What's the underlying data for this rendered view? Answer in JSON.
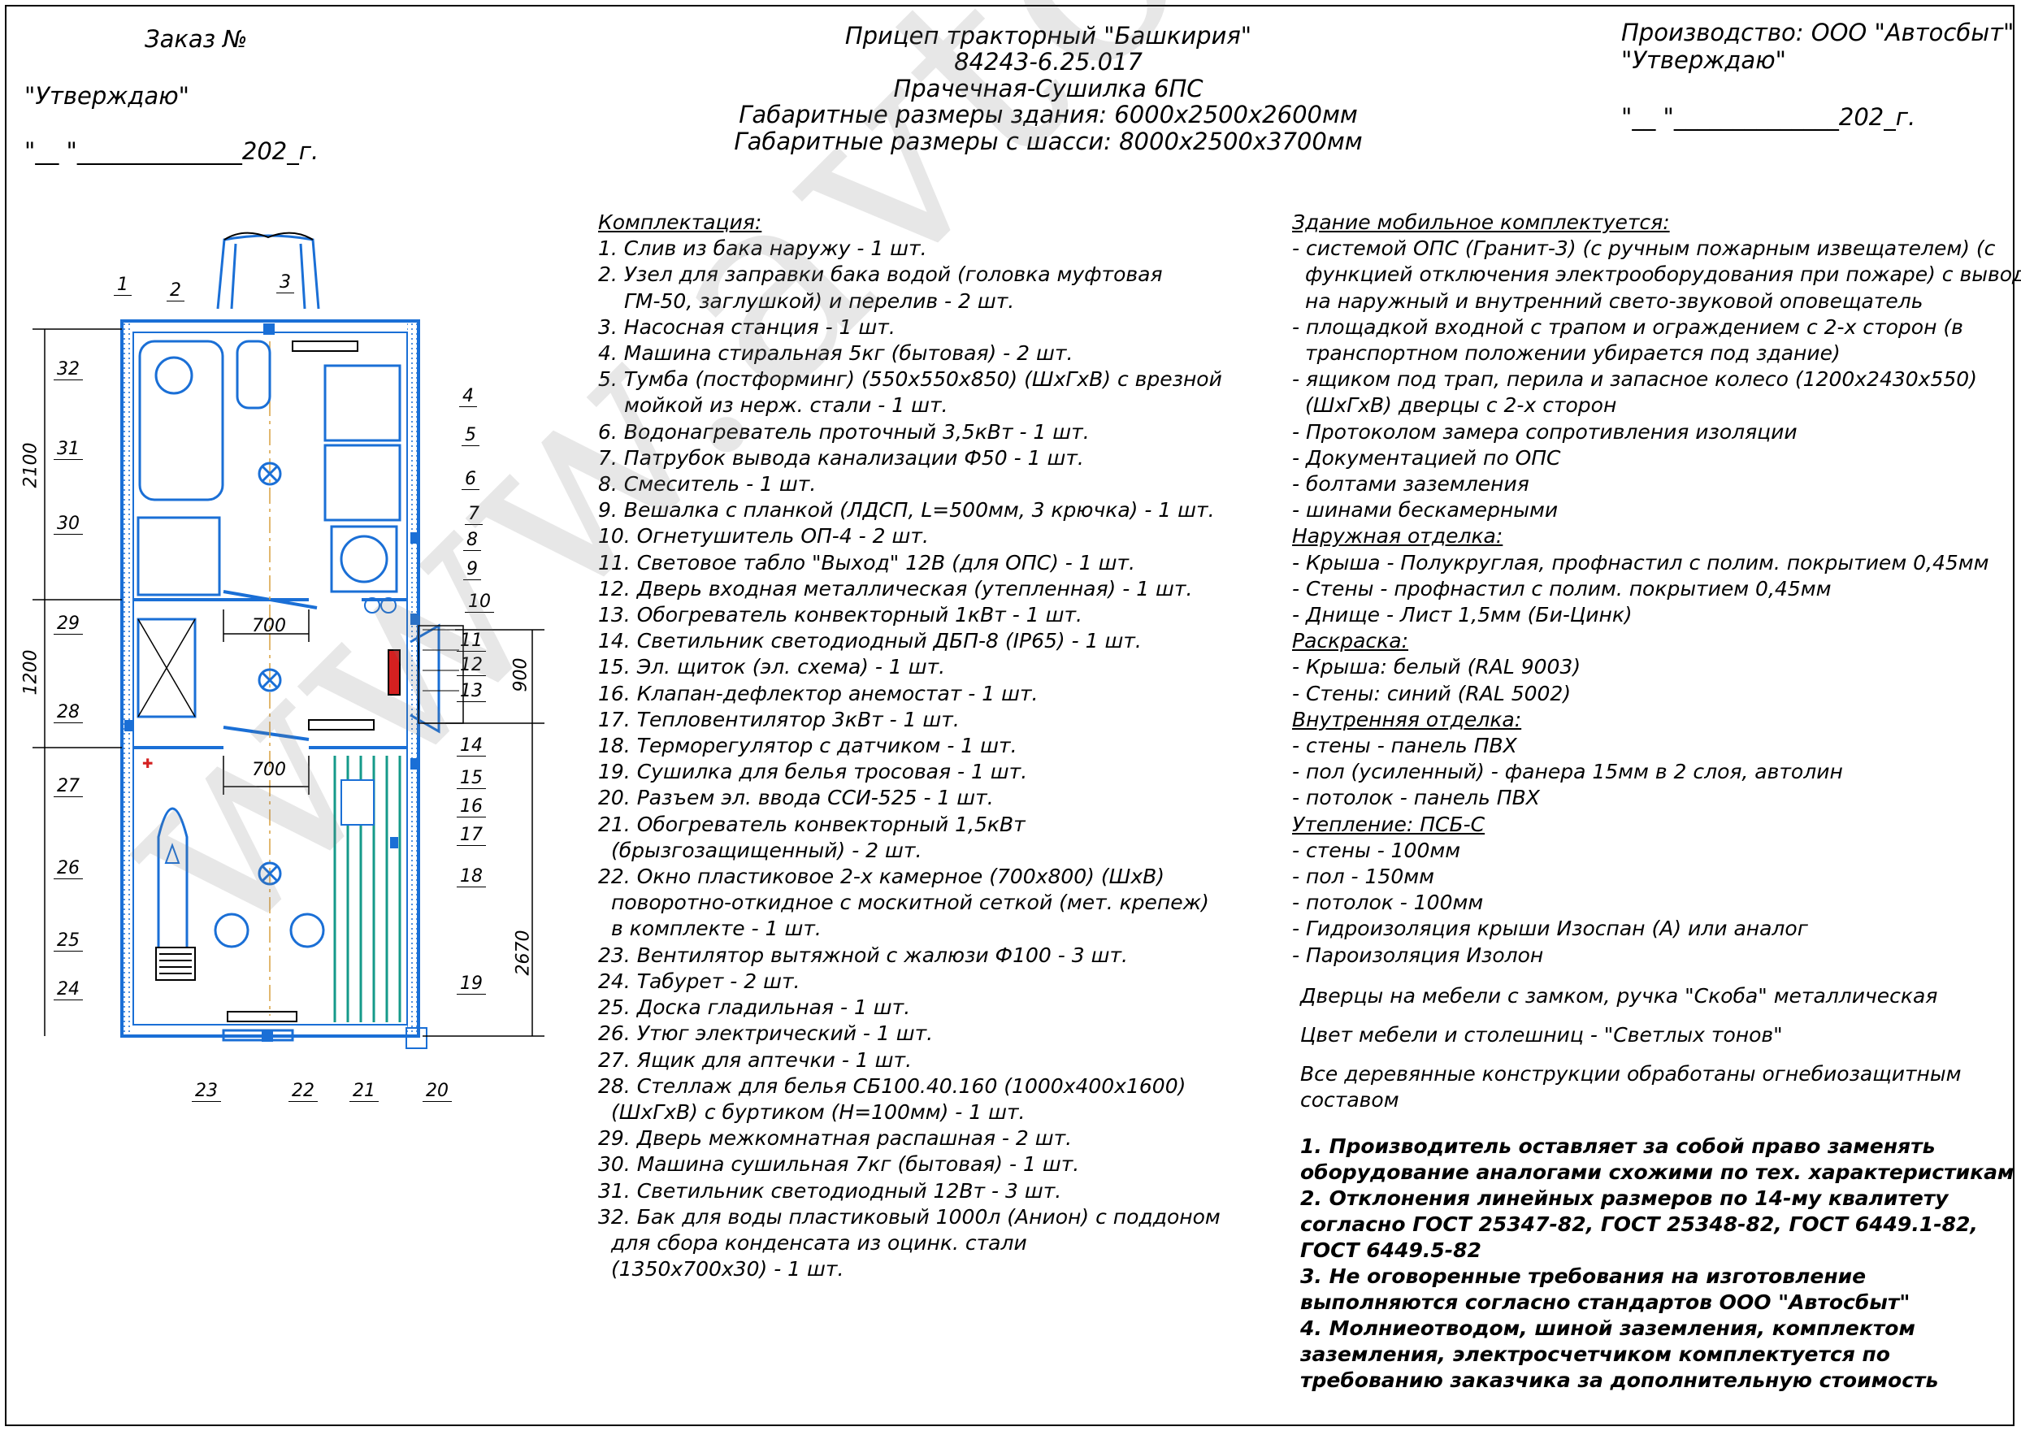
{
  "header_left": {
    "order": "Заказ №",
    "approve": "\"Утверждаю\"",
    "date": "\"__ \"______________202_г."
  },
  "header_right": {
    "producer": "Производство: ООО \"Автосбыт\"",
    "approve": "\"Утверждаю\"",
    "date": "\"__ \"______________202_г."
  },
  "title": {
    "line1": "Прицеп тракторный \"Башкирия\"",
    "line2": "84243-6.25.017",
    "line3": "Прачечная-Сушилка 6ПС",
    "line4": "Габаритные размеры здания: 6000x2500x2600мм",
    "line5": "Габаритные размеры с шасси: 8000x2500x3700мм"
  },
  "equipment": {
    "heading": "Комплектация:",
    "lines": [
      "1. Слив из бака наружу - 1 шт.",
      "2. Узел для заправки бака водой (головка муфтовая",
      "ГМ-50, заглушкой) и перелив - 2 шт.",
      "3. Насосная станция - 1 шт.",
      "4. Машина стиральная 5кг (бытовая) - 2 шт.",
      "5. Тумба (постформинг) (550x550x850) (ШхГхВ) с врезной",
      "мойкой из нерж. стали - 1 шт.",
      "6. Водонагреватель проточный 3,5кВт - 1 шт.",
      "7. Патрубок вывода канализации Ф50 - 1 шт.",
      "8. Смеситель - 1 шт.",
      "9. Вешалка с планкой (ЛДСП, L=500мм, 3 крючка) - 1 шт.",
      "10. Огнетушитель ОП-4 - 2 шт.",
      "11. Световое табло \"Выход\" 12В (для ОПС) - 1 шт.",
      "12. Дверь входная металлическая (утепленная) - 1 шт.",
      "13. Обогреватель конвекторный 1кВт - 1 шт.",
      "14. Светильник светодиодный ДБП-8 (IP65) - 1 шт.",
      "15. Эл. щиток (эл. схема) - 1 шт.",
      "16. Клапан-дефлектор анемостат - 1 шт.",
      "17. Тепловентилятор 3кВт - 1 шт.",
      "18. Терморегулятор с датчиком - 1 шт.",
      "19. Сушилка для белья тросовая - 1 шт.",
      "20. Разъем эл. ввода ССИ-525 - 1 шт.",
      "21. Обогреватель конвекторный 1,5кВт",
      "(брызгозащищенный) - 2 шт.",
      "22. Окно пластиковое 2-х камерное (700x800) (ШхВ)",
      "поворотно-откидное с москитной сеткой (мет. крепеж)",
      "в комплекте - 1 шт.",
      "23. Вентилятор вытяжной с жалюзи Ф100 - 3 шт.",
      "24. Табурет - 2 шт.",
      "25. Доска гладильная - 1 шт.",
      "26. Утюг электрический - 1 шт.",
      "27. Ящик для аптечки - 1 шт.",
      "28. Стеллаж для белья СБ100.40.160 (1000x400x1600)",
      "(ШхГхВ) с буртиком (Н=100мм) - 1 шт.",
      "29. Дверь межкомнатная распашная - 2 шт.",
      "30. Машина сушильная 7кг (бытовая) - 1 шт.",
      "31. Светильник светодиодный 12Вт - 3 шт.",
      "32. Бак для воды пластиковый 1000л (Анион) с поддоном",
      "для сбора конденсата из оцинк. стали",
      "(1350x700x30) - 1 шт."
    ]
  },
  "building": {
    "heading": "Здание мобильное комплектуется:",
    "lines": [
      "- системой ОПС (Гранит-3) (с ручным пожарным извещателем) (с",
      "функцией отключения электрооборудования при пожаре) с выводом",
      "на наружный и внутренний свето-звуковой оповещатель",
      "- площадкой входной с трапом и ограждением с 2-х сторон (в",
      "транспортном положении убирается под здание)",
      "- ящиком под трап, перила и запасное колесо (1200x2430x550)",
      "(ШхГхВ) дверцы с 2-х сторон",
      "- Протоколом замера сопротивления изоляции",
      "- Документацией по ОПС",
      "- болтами заземления",
      "- шинами бескамерными"
    ],
    "outer_heading": "Наружная отделка:",
    "outer": [
      "- Крыша - Полукруглая, профнастил с полим. покрытием 0,45мм",
      "- Стены - профнастил с полим. покрытием 0,45мм",
      "- Днище - Лист 1,5мм (Би-Цинк)"
    ],
    "paint_heading": "Раскраска:",
    "paint": [
      "- Крыша: белый (RAL 9003)",
      "- Стены: синий (RAL 5002)"
    ],
    "inner_heading": "Внутренняя отделка:",
    "inner": [
      "- стены - панель ПВХ",
      "- пол (усиленный) - фанера 15мм в 2 слоя, автолин",
      "- потолок - панель ПВХ"
    ],
    "insul_heading": "Утепление: ПСБ-С",
    "insul": [
      "- стены - 100мм",
      "- пол - 150мм",
      "- потолок - 100мм",
      "- Гидроизоляция крыши Изоспан (А) или аналог",
      "- Пароизоляция Изолон"
    ],
    "extra1": "Дверцы на мебели с замком, ручка \"Скоба\" металлическая",
    "extra2": "Цвет мебели и столешниц - \"Светлых тонов\"",
    "extra3a": "Все деревянные конструкции обработаны огнебиозащитным",
    "extra3b": "составом"
  },
  "notes": {
    "n1": "1. Производитель оставляет за собой право заменять оборудование аналогами схожими по тех. характеристикам",
    "n2": "2. Отклонения линейных размеров по 14-му квалитету согласно ГОСТ 25347-82, ГОСТ 25348-82, ГОСТ 6449.1-82, ГОСТ 6449.5-82",
    "n3": "3. Не оговоренные требования на изготовление выполняются согласно стандартов ООО \"Автосбыт\"",
    "n4": "4. Молниеотводом, шиной заземления, комплектом заземления, электросчетчиком комплектуется по требованию заказчика за дополнительную стоимость"
  },
  "dimensions": {
    "d2100": "2100",
    "d1200": "1200",
    "d900": "900",
    "d2670": "2670",
    "d700a": "700",
    "d700b": "700"
  },
  "callouts": [
    "1",
    "2",
    "3",
    "4",
    "5",
    "6",
    "7",
    "8",
    "9",
    "10",
    "11",
    "12",
    "13",
    "14",
    "15",
    "16",
    "17",
    "18",
    "19",
    "20",
    "21",
    "22",
    "23",
    "24",
    "25",
    "26",
    "27",
    "28",
    "29",
    "30",
    "31",
    "32"
  ],
  "watermark": "www.avtosbyt.ru",
  "colors": {
    "accent": "#1a6fd6",
    "wall": "#1a6fd6",
    "dryer_rack": "#159a8a",
    "panel": "#d42020"
  }
}
